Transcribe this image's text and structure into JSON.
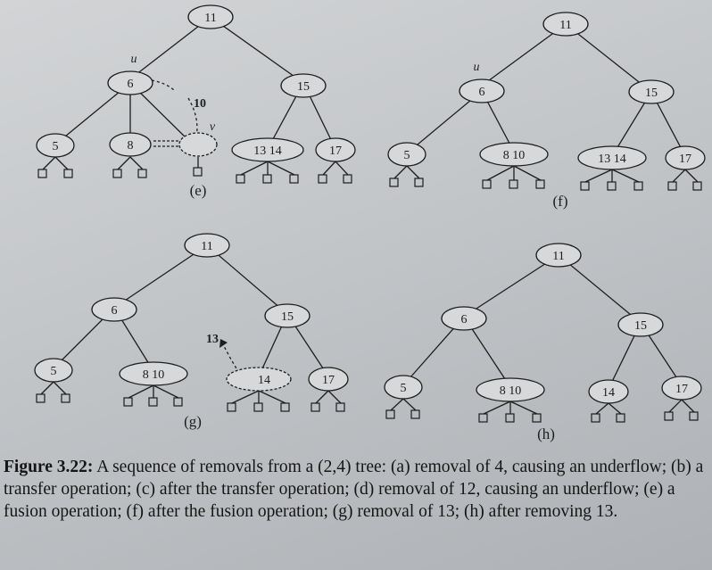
{
  "trees": {
    "e": {
      "label": "(e)",
      "root": "11",
      "u_label": "u",
      "v_label": "v",
      "arrow_label": "10",
      "left_node": "6",
      "right_node": "15",
      "left_leaves": [
        "5",
        "8"
      ],
      "right_leaves": [
        "13 14",
        "17"
      ]
    },
    "f": {
      "label": "(f)",
      "root": "11",
      "u_label": "u",
      "left_node": "6",
      "right_node": "15",
      "left_leaves": [
        "5",
        "8 10"
      ],
      "right_leaves": [
        "13 14",
        "17"
      ]
    },
    "g": {
      "label": "(g)",
      "root": "11",
      "arrow_label": "13",
      "left_node": "6",
      "right_node": "15",
      "left_leaves": [
        "5",
        "8 10"
      ],
      "right_leaves": [
        "14",
        "17"
      ]
    },
    "h": {
      "label": "(h)",
      "root": "11",
      "left_node": "6",
      "right_node": "15",
      "left_leaves": [
        "5",
        "8 10"
      ],
      "right_leaves": [
        "14",
        "17"
      ]
    }
  },
  "caption": {
    "figure": "Figure 3.22:",
    "text": " A sequence of removals from a (2,4) tree: (a) removal of 4, causing an underflow; (b) a transfer operation; (c) after the transfer operation; (d) removal of 12, causing an underflow; (e) a fusion operation; (f) after the fusion operation; (g) removal of 13; (h) after removing 13."
  }
}
